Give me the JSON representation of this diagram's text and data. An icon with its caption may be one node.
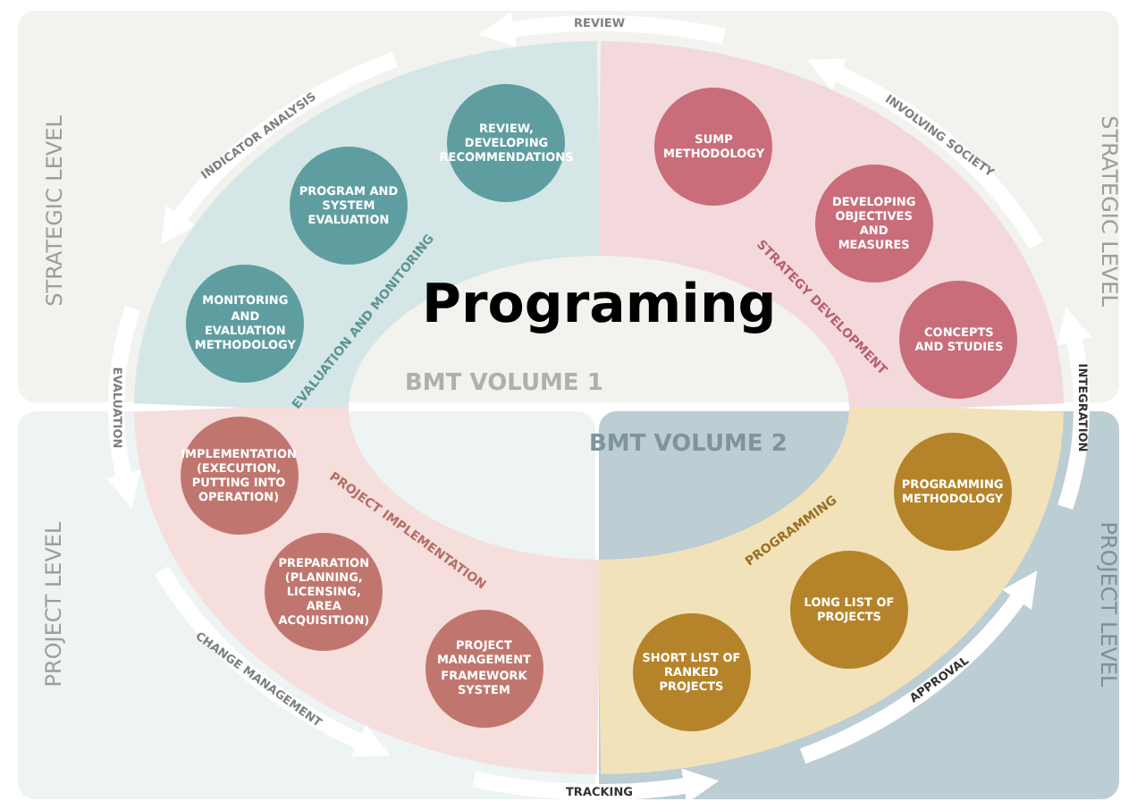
{
  "diagram": {
    "title": "Programing",
    "nodes": [
      {
        "text": [
          "EVALUATION AND MONITORING"
        ]
      },
      {
        "text": [
          "MONITORING AND EVALUATION METHODOLOGY"
        ],
        "in": 0
      },
      {
        "text": [
          "PROGRAM AND SYSTEM EVALUATION"
        ],
        "in": 0
      },
      {
        "text": [
          "REVIEW, DEVELOPING RECOMMENDATIONS"
        ],
        "in": 0
      },
      {
        "text": [
          "STRATEGY DEVELOPMENT"
        ]
      },
      {
        "text": [
          "SUMP METHODOLOGY"
        ],
        "in": 4
      },
      {
        "text": [
          "DEVELOPING OBJECTIVES AND MEASURES"
        ],
        "in": 4
      },
      {
        "text": [
          "CONCEPTS AND STUDIES"
        ],
        "in": 4
      },
      {
        "text": [
          "PROGRAMMING"
        ]
      },
      {
        "text": [
          "PROGRAMMING METHODOLOGY"
        ],
        "in": 8
      },
      {
        "text": [
          "LONG LIST OF PROJECTS"
        ],
        "in": 8
      },
      {
        "text": [
          "SHORT LIST OF RANKED PROJECTS"
        ],
        "in": 8
      },
      {
        "text": [
          "PROJECT IMPLEMENTATION"
        ]
      },
      {
        "text": [
          "PROJECT MANAGEMENT FRAMEWORK SYSTEM"
        ],
        "in": 12
      },
      {
        "text": [
          "PREPARATION (PLANNING, LICENSING, AREA ACQUISITION)"
        ],
        "in": 12
      },
      {
        "text": [
          "IMPLEMENTATION (EXECUTION, PUTTING INTO OPERATION)"
        ],
        "in": 12
      }
    ],
    "edges": [
      {
        "from": 4,
        "to": 0,
        "arrow": "to",
        "label": "REVIEW"
      },
      {
        "from": 0,
        "to": 12,
        "arrow": "to",
        "label": "EVALUATION"
      },
      {
        "from": 8,
        "to": 4,
        "arrow": "to",
        "label": "INTEGRATION"
      },
      {
        "from": 12,
        "to": 8,
        "arrow": "to",
        "label": "TRACKING"
      }
    ],
    "labels": [
      "STRATEGIC LEVEL",
      "INDICATOR ANALYSIS",
      "INVOLVING SOCIETY",
      "STRATEGIC LEVEL",
      "BMT VOLUME 1",
      "BMT VOLUME 2",
      "PROJECT LEVEL",
      "PROJECT LEVEL",
      "CHANGE MANAGEMENT",
      "APPROVAL"
    ]
  }
}
